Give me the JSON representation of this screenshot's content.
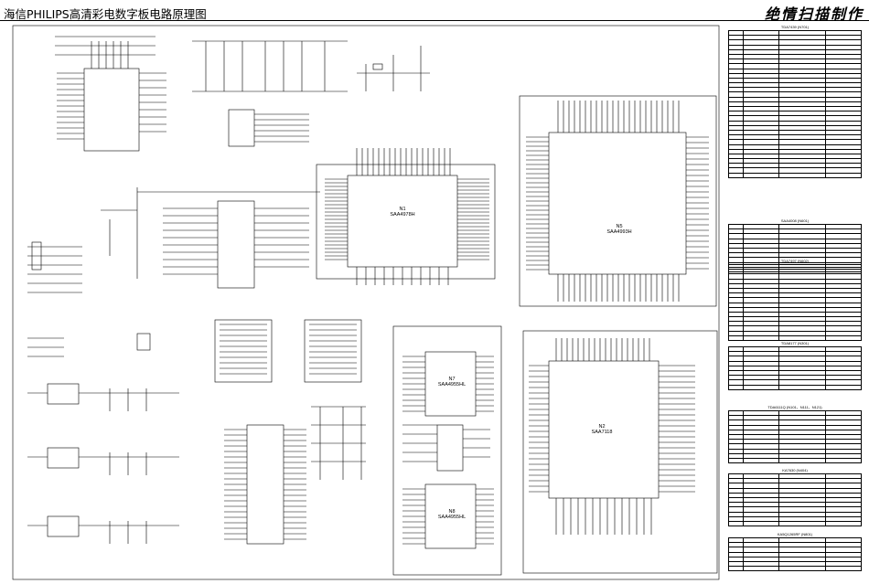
{
  "header": {
    "title": "海信PHILIPS高清彩电数字板电路原理图",
    "watermark": "绝情扫描制作"
  },
  "chips": {
    "n1": {
      "ref": "N1",
      "part": "SAA4978H"
    },
    "n5": {
      "ref": "N5",
      "part": "SAA4993H"
    },
    "n7": {
      "ref": "N7",
      "part": "SAA4955HL"
    },
    "n8": {
      "ref": "N8",
      "part": "SAA4955HL"
    },
    "n2": {
      "ref": "N2",
      "part": "SAA7118"
    }
  },
  "tables": [
    {
      "title": "TDA7439 (N701)",
      "rows": 30
    },
    {
      "title": "SAA4008 (N601)",
      "rows": 9
    },
    {
      "title": "TDA7497 (N602)",
      "rows": 15
    },
    {
      "title": "TDA8177 (N301)",
      "rows": 8
    },
    {
      "title": "TDA6111Q (N101、N111、N121)",
      "rows": 10
    },
    {
      "title": "KA7630 (N404)",
      "rows": 10
    },
    {
      "title": "KA5Q1265RF (N801)",
      "rows": 6
    }
  ]
}
